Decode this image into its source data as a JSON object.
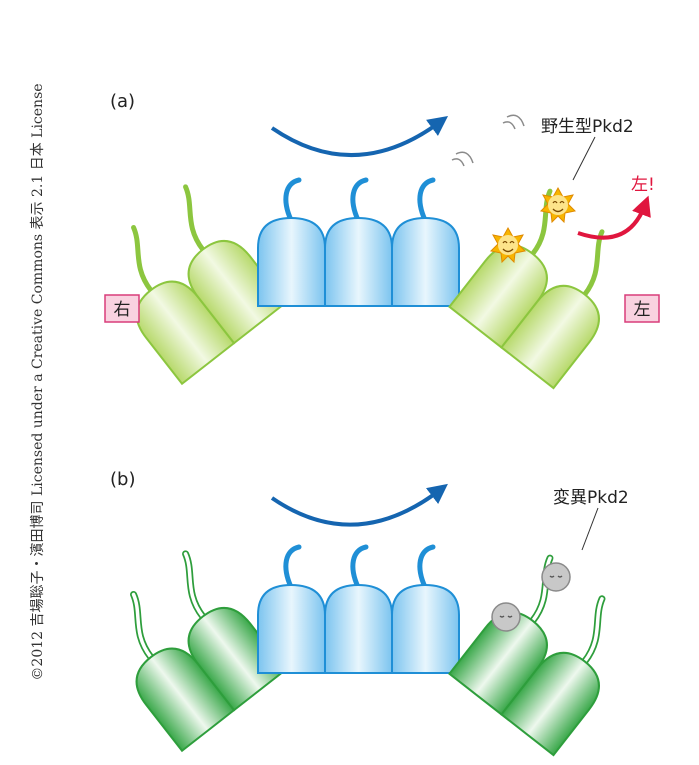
{
  "credit": "©2012 吉場聡子・濱田博司 Licensed under a Creative Commons 表示 2.1 日本 License",
  "panel_a": {
    "label": "(a)",
    "cell_label": "野生型Pkd2",
    "left_side": "右",
    "right_side": "左",
    "flow_note": "左!"
  },
  "panel_b": {
    "label": "(b)",
    "cell_label": "変異Pkd2"
  },
  "colors": {
    "green_light": "#a8d14a",
    "green_dark": "#2e9e3c",
    "blue": "#1f8fd6",
    "arrow_blue": "#1565b0",
    "red": "#e0163e",
    "sun": "#f7b500",
    "tag_bg": "#f9d2e0",
    "tag_border": "#d93d7a"
  }
}
